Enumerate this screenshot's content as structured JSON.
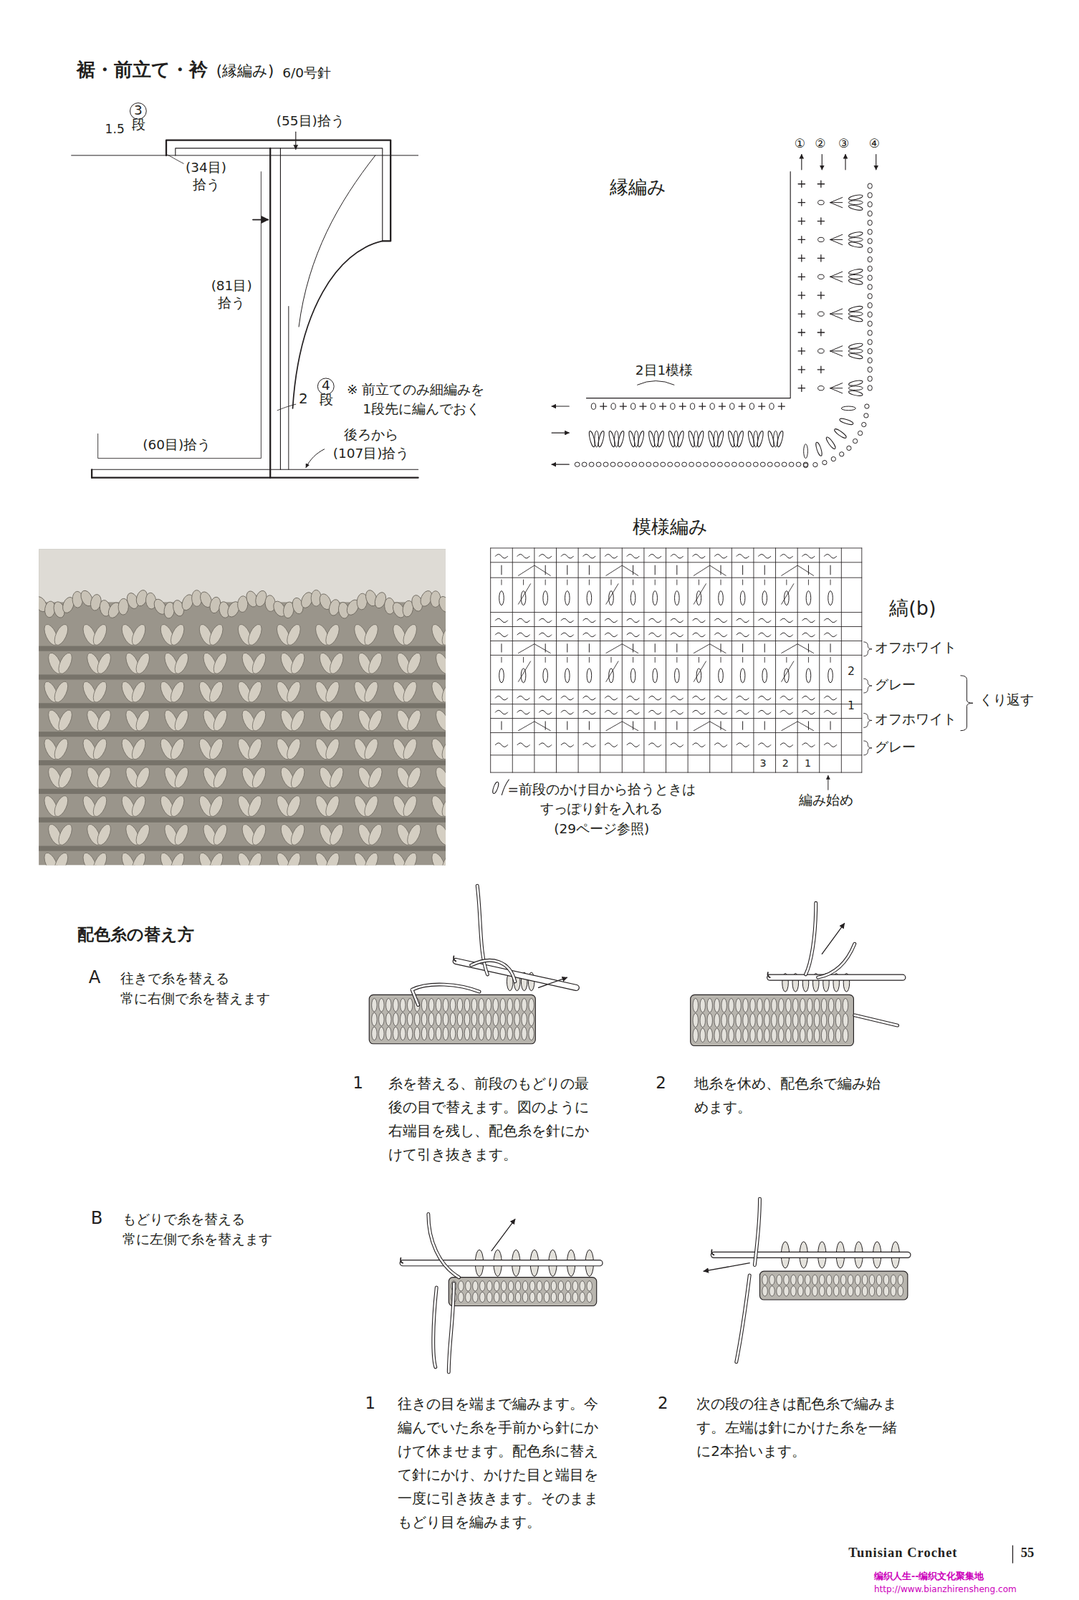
{
  "diagram": {
    "title": "裾・前立て・衿",
    "labels": [
      "(縁編み)",
      "6/0号針",
      "(55目)拾う",
      "1.5",
      "3段",
      "(34目) 拾う",
      "(81目) 拾う",
      "2",
      "4段",
      "※ 前立てのみ細編みを 1段先に編んでおく",
      "後ろから (107目)拾う",
      "(60目)拾う",
      "縁編み",
      "①",
      "②",
      "③",
      "④",
      "2目1模様",
      "模様編み",
      "縞(b)",
      "オフホワイト",
      "2",
      "グレー",
      "1",
      "オフホワイト",
      "くり返す",
      "グレー",
      "3",
      "2",
      "1",
      "編み始め",
      "=前段のかけ目から拾うときは すっぽり針を入れる (29ページ参照)",
      "配色糸の替え方",
      "A",
      "往きで糸を替える 常に右側で糸を替えます",
      "1",
      "糸を替える、前段のもどりの最後の目で替えます。図のように右端目を残し、配色糸を針にかけて引き抜きます。",
      "2",
      "地糸を休め、配色糸で編み始めます。",
      "B",
      "もどりで糸を替える 常に左側で糸を替えます",
      "1",
      "往きの目を端まで編みます。今編んでいた糸を手前から針にかけて休ませます。配色糸に替えて針にかけ、かけた目と端目を一度に引き抜きます。そのままもどり目を編みます。",
      "2",
      "次の段の往きは配色糸で編みます。左端は針にかけた糸を一緒に2本拾います。",
      "Tunisian Crochet",
      "55",
      "编织人生--编织文化聚集地",
      "http://www.bianzhirensheng.com"
    ]
  }
}
